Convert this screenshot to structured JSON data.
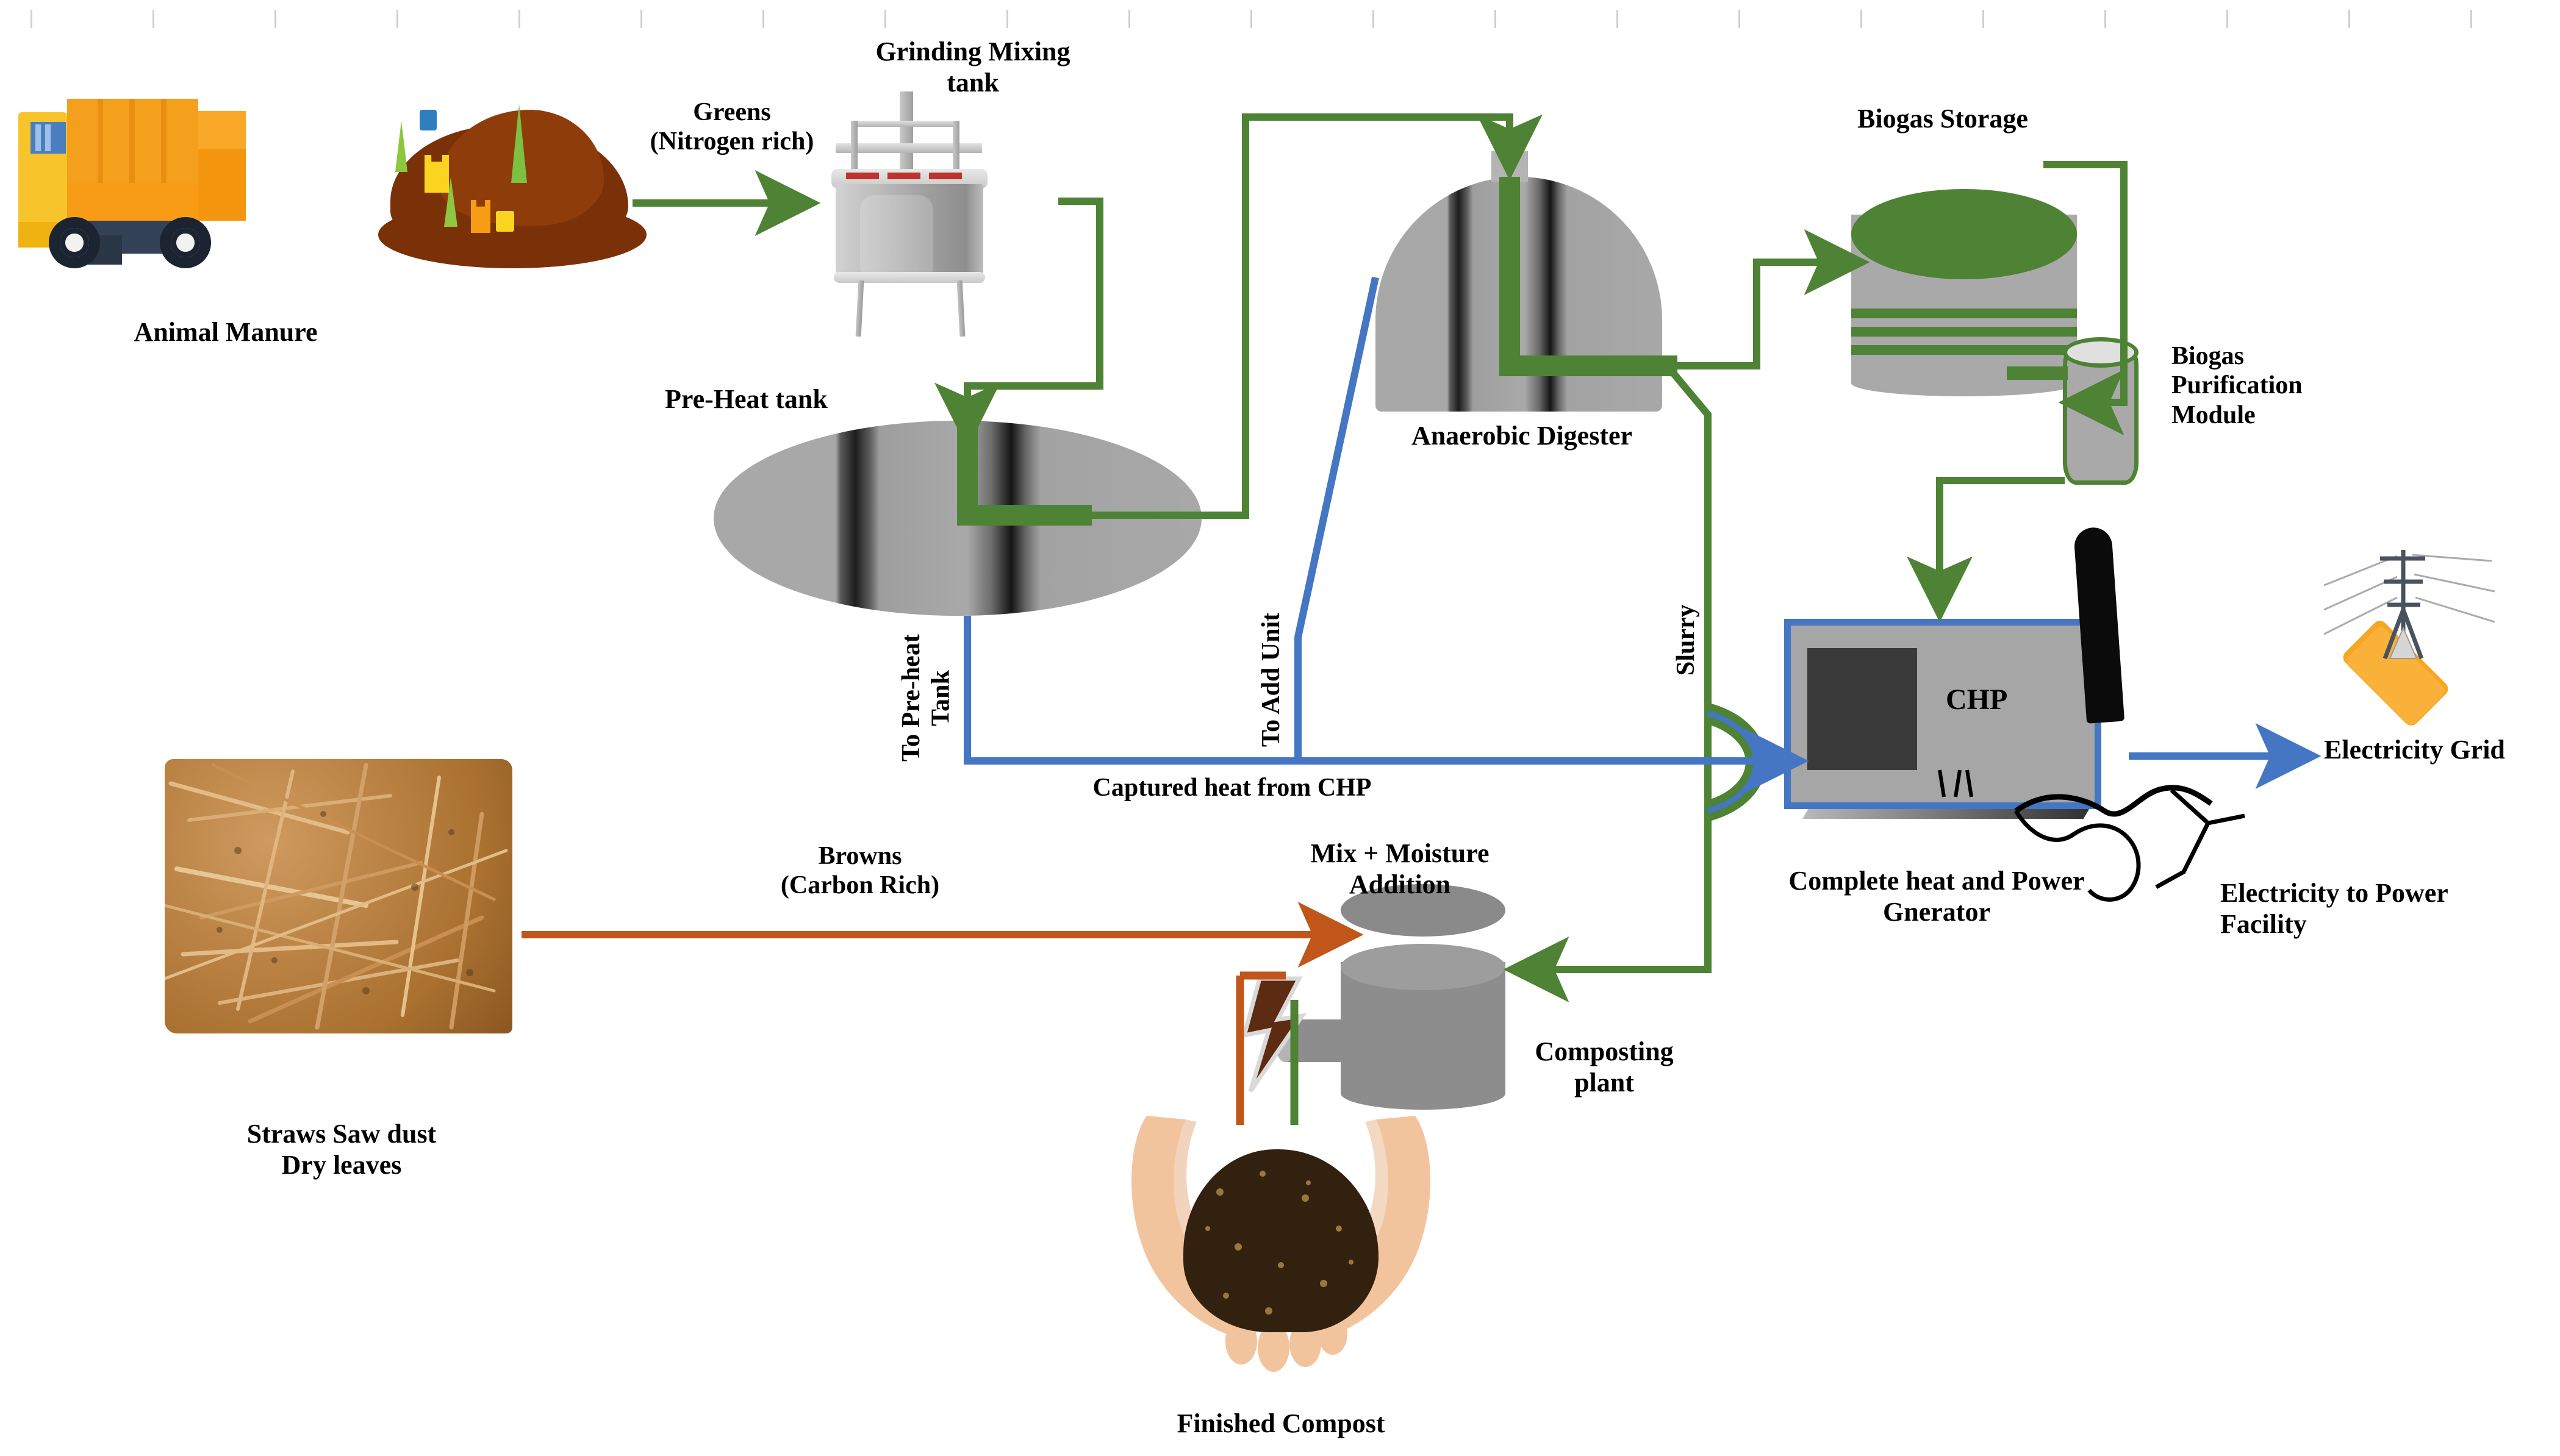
{
  "diagram": {
    "title": "Integrated anaerobic digestion and composting process flow",
    "colors": {
      "green_flow": "#4e8234",
      "blue_flow": "#4476c4",
      "brown_flow": "#c0561a",
      "vessel_gray": "#a9a9a9",
      "dark_screen": "#3a3a3a",
      "truck_yellow": "#f7c52b",
      "truck_orange": "#f5a01c",
      "manure_brown": "#7b3108",
      "pylon_orange": "#f5a623"
    },
    "nodes": [
      {
        "id": "animal-manure",
        "label": "Animal Manure"
      },
      {
        "id": "grinding-mixing-tank",
        "label": "Grinding Mixing\ntank"
      },
      {
        "id": "pre-heat-tank",
        "label": "Pre-Heat tank"
      },
      {
        "id": "anaerobic-digester",
        "label": "Anaerobic Digester"
      },
      {
        "id": "biogas-storage",
        "label": "Biogas Storage"
      },
      {
        "id": "biogas-purification",
        "label": "Biogas\nPurification\nModule"
      },
      {
        "id": "chp-generator",
        "label": "Complete heat and Power\nGnerator",
        "inner_label": "CHP"
      },
      {
        "id": "electricity-grid",
        "label": "Electricity Grid"
      },
      {
        "id": "electricity-facility",
        "label": "Electricity to Power\nFacility"
      },
      {
        "id": "straws-sawdust",
        "label": "Straws Saw dust\nDry leaves"
      },
      {
        "id": "mix-moisture",
        "label": "Mix + Moisture\nAddition"
      },
      {
        "id": "composting-plant",
        "label": "Composting\nplant"
      },
      {
        "id": "finished-compost",
        "label": "Finished Compost"
      }
    ],
    "flows": [
      {
        "id": "greens",
        "label": "Greens\n(Nitrogen rich)",
        "color": "#4e8234",
        "from": "animal-manure",
        "to": "grinding-mixing-tank"
      },
      {
        "id": "browns",
        "label": "Browns\n(Carbon Rich)",
        "color": "#c0561a",
        "from": "straws-sawdust",
        "to": "mix-moisture"
      },
      {
        "id": "to-pre-heat-tank",
        "label": "To Pre-heat\nTank",
        "color": "#4476c4",
        "from": "captured-heat",
        "to": "pre-heat-tank"
      },
      {
        "id": "to-add-unit",
        "label": "To Add Unit",
        "color": "#4476c4",
        "from": "captured-heat",
        "to": "anaerobic-digester"
      },
      {
        "id": "captured-heat",
        "label": "Captured heat from CHP",
        "color": "#4476c4",
        "from": "chp-generator",
        "to": "pre-heat-tank"
      },
      {
        "id": "slurry",
        "label": "Slurry",
        "color": "#4e8234",
        "from": "anaerobic-digester",
        "to": "composting-plant"
      }
    ],
    "ruler": {
      "tick_count": 21,
      "first_tick_x": 50,
      "spacing": 200
    }
  }
}
